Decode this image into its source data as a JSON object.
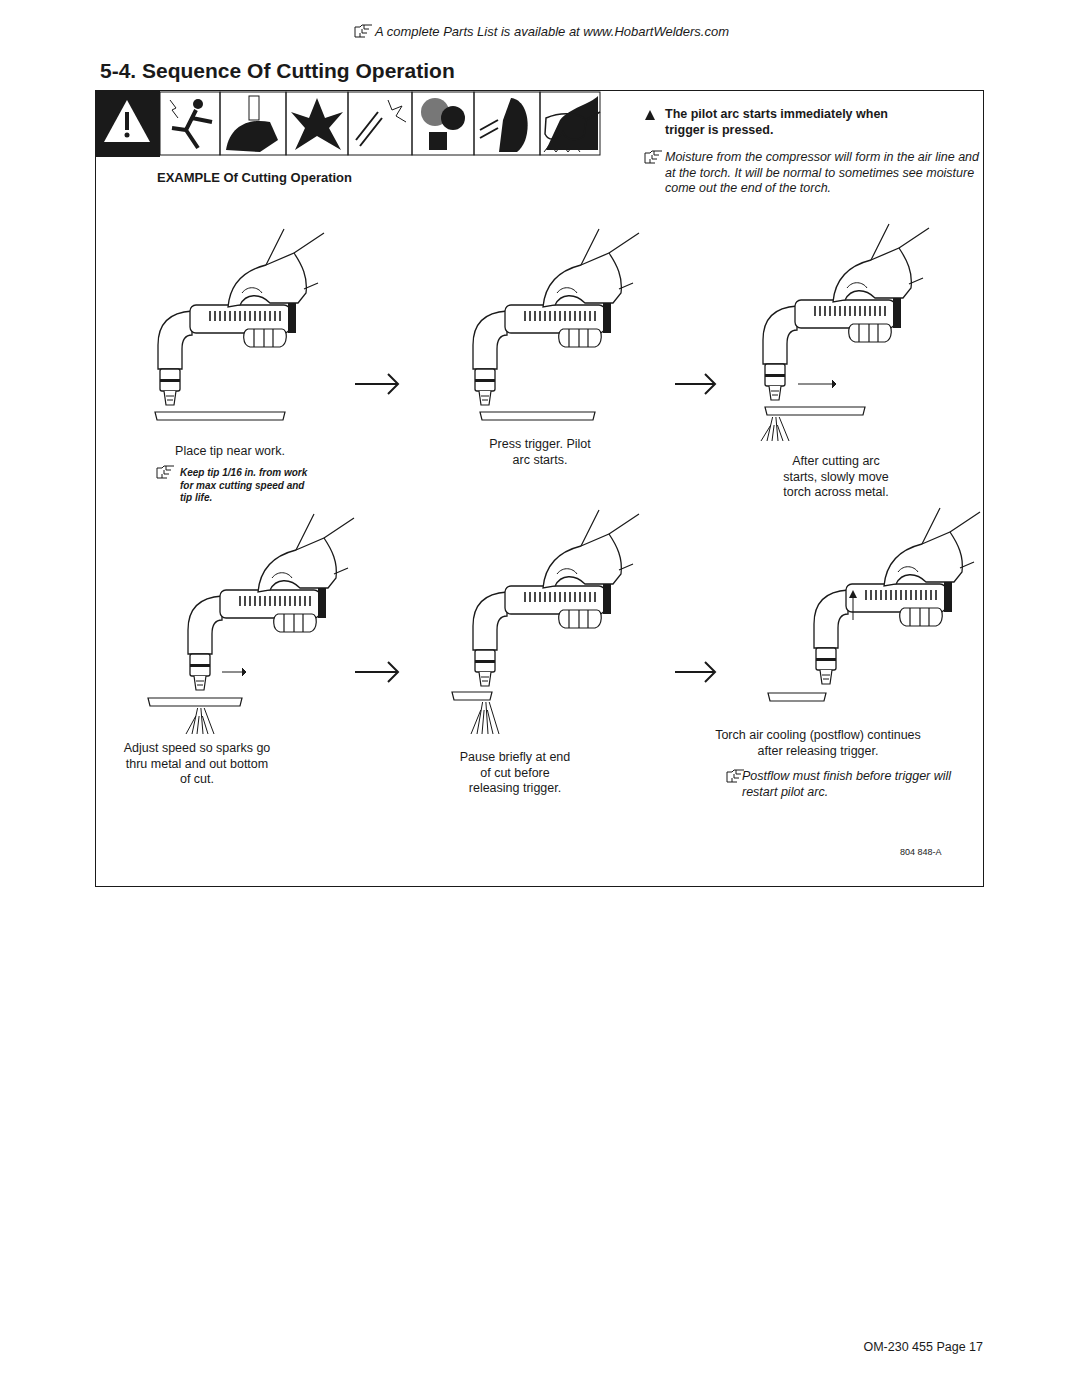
{
  "diagram": {
    "title": "5-4. Sequence Of Cutting Operation",
    "labels": [
      "A complete Parts List is available at www.HobartWelders.com",
      "EXAMPLE Of Cutting Operation",
      "The pilot arc starts immediately when trigger is pressed.",
      "Moisture from the compressor will form in the air line and at the torch. It will be normal to sometimes see moisture come out the end of the torch.",
      "Place tip near work.",
      "Keep tip 1/16 in. from work for max cutting speed and tip life.",
      "Press trigger. Pilot arc starts.",
      "After cutting arc starts, slowly move torch across metal.",
      "Adjust speed so sparks go thru metal and out bottom of cut.",
      "Pause briefly at end of cut before releasing trigger.",
      "Torch air cooling (postflow) continues after releasing trigger.",
      "Postflow must finish before trigger will restart pilot arc.",
      "804 848-A",
      "OM-230 455 Page 17"
    ]
  }
}
